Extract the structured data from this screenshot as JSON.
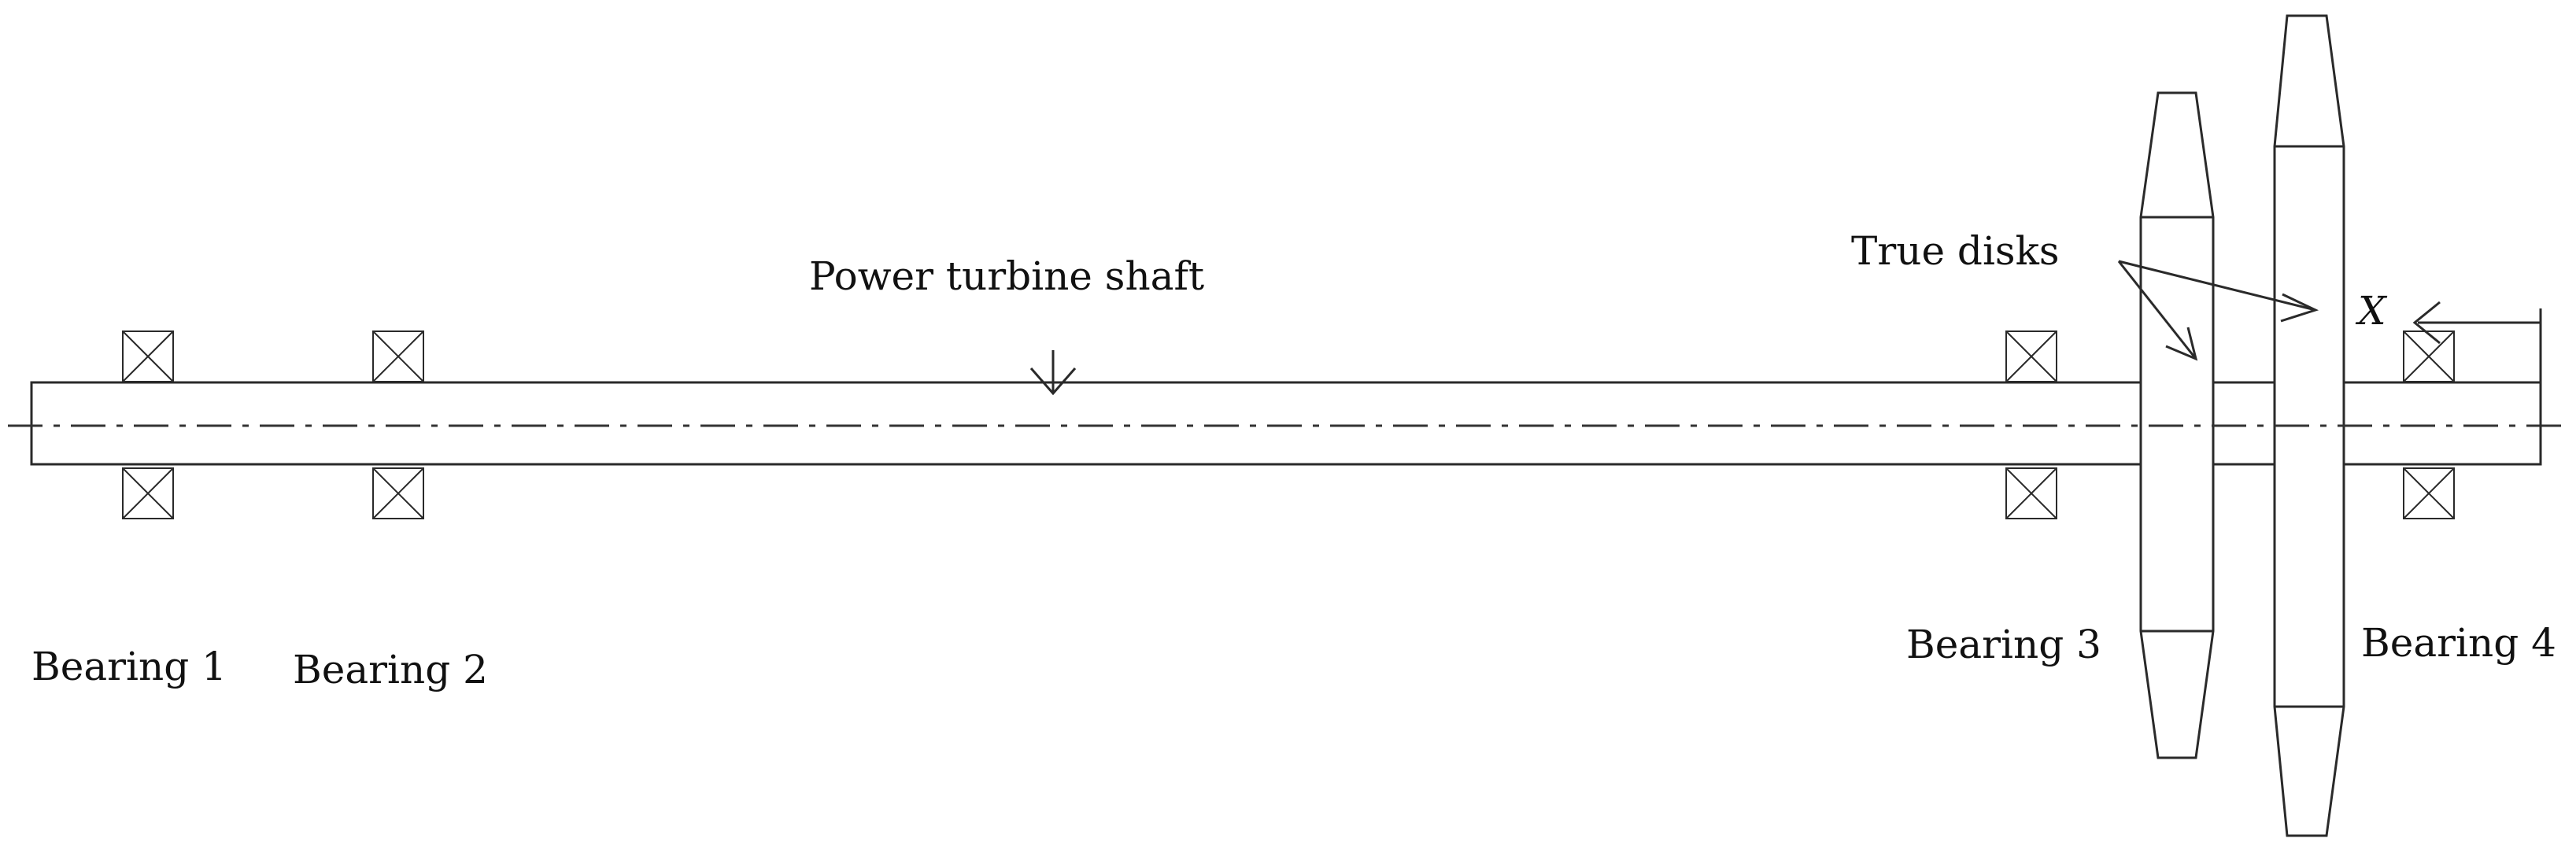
{
  "diagram": {
    "shaft_label": "Power turbine shaft",
    "disks_label": "True disks",
    "x_label": "X",
    "bearings": [
      {
        "label": "Bearing 1"
      },
      {
        "label": "Bearing 2"
      },
      {
        "label": "Bearing 3"
      },
      {
        "label": "Bearing 4"
      }
    ]
  }
}
